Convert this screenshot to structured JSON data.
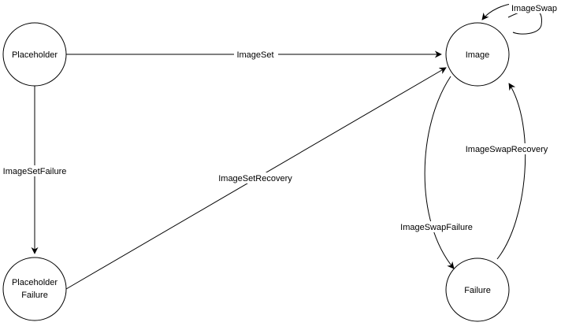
{
  "nodes": {
    "placeholder": {
      "label": "Placeholder"
    },
    "image": {
      "label": "Image"
    },
    "placeholder_failure": {
      "label_line1": "Placeholder",
      "label_line2": "Failure"
    },
    "failure": {
      "label": "Failure"
    }
  },
  "edges": {
    "image_set": {
      "label": "ImageSet"
    },
    "image_set_failure": {
      "label": "ImageSetFailure"
    },
    "image_set_recovery": {
      "label": "ImageSetRecovery"
    },
    "image_swap": {
      "label": "ImageSwap"
    },
    "image_swap_failure": {
      "label": "ImageSwapFailure"
    },
    "image_swap_recovery": {
      "label": "ImageSwapRecovery"
    }
  }
}
